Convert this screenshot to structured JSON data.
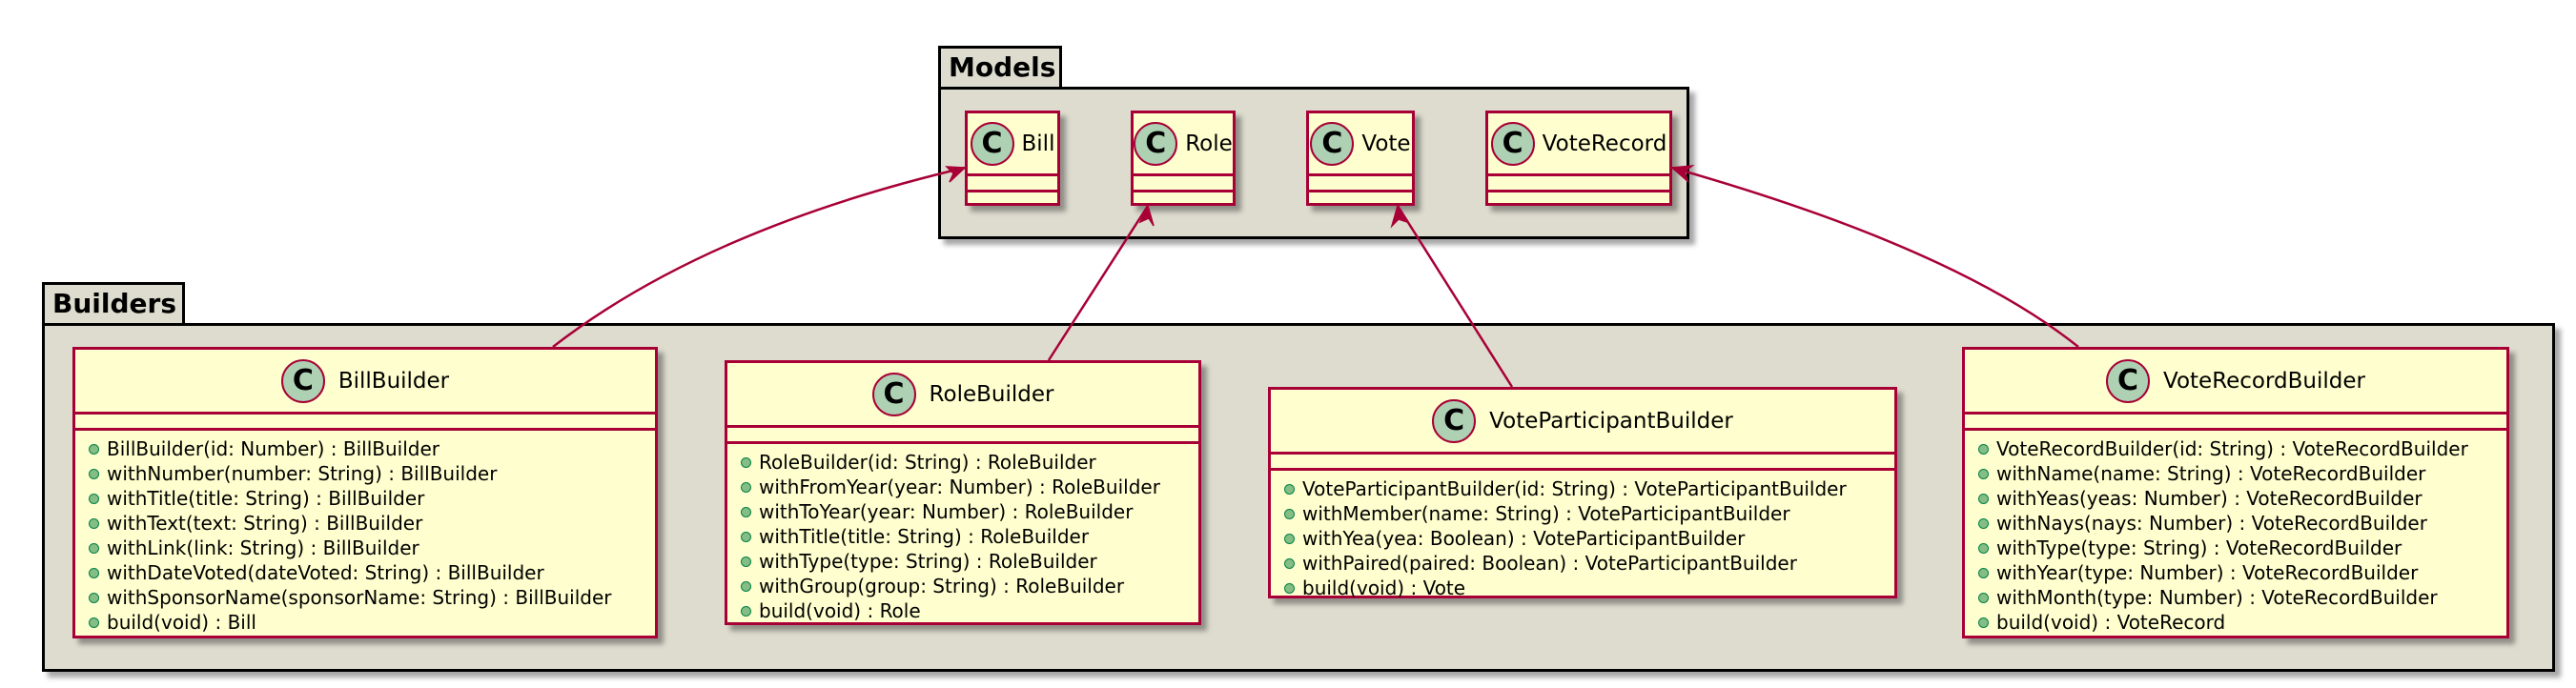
{
  "packages": {
    "models": {
      "title": "Models"
    },
    "builders": {
      "title": "Builders"
    }
  },
  "models": [
    {
      "icon": "C",
      "name": "Bill"
    },
    {
      "icon": "C",
      "name": "Role"
    },
    {
      "icon": "C",
      "name": "Vote"
    },
    {
      "icon": "C",
      "name": "VoteRecord"
    }
  ],
  "builders": [
    {
      "icon": "C",
      "name": "BillBuilder",
      "methods": [
        "BillBuilder(id: Number) : BillBuilder",
        "withNumber(number: String) : BillBuilder",
        "withTitle(title: String) : BillBuilder",
        "withText(text: String) : BillBuilder",
        "withLink(link: String) : BillBuilder",
        "withDateVoted(dateVoted: String) : BillBuilder",
        "withSponsorName(sponsorName: String) : BillBuilder",
        "build(void) : Bill"
      ]
    },
    {
      "icon": "C",
      "name": "RoleBuilder",
      "methods": [
        "RoleBuilder(id: String) : RoleBuilder",
        "withFromYear(year: Number) : RoleBuilder",
        "withToYear(year: Number) : RoleBuilder",
        "withTitle(title: String) : RoleBuilder",
        "withType(type: String) : RoleBuilder",
        "withGroup(group: String) : RoleBuilder",
        "build(void) : Role"
      ]
    },
    {
      "icon": "C",
      "name": "VoteParticipantBuilder",
      "methods": [
        "VoteParticipantBuilder(id: String) : VoteParticipantBuilder",
        "withMember(name: String) : VoteParticipantBuilder",
        "withYea(yea: Boolean) : VoteParticipantBuilder",
        "withPaired(paired: Boolean) : VoteParticipantBuilder",
        "build(void) : Vote"
      ]
    },
    {
      "icon": "C",
      "name": "VoteRecordBuilder",
      "methods": [
        "VoteRecordBuilder(id: String) : VoteRecordBuilder",
        "withName(name: String) : VoteRecordBuilder",
        "withYeas(yeas: Number) : VoteRecordBuilder",
        "withNays(nays: Number) : VoteRecordBuilder",
        "withType(type: String) : VoteRecordBuilder",
        "withYear(type: Number) : VoteRecordBuilder",
        "withMonth(type: Number) : VoteRecordBuilder",
        "build(void) : VoteRecord"
      ]
    }
  ],
  "colors": {
    "package_fill": "#dddccf",
    "class_fill": "#fefece",
    "class_border": "#a80036",
    "icon_fill": "#add1b2",
    "arrow": "#a80036"
  }
}
